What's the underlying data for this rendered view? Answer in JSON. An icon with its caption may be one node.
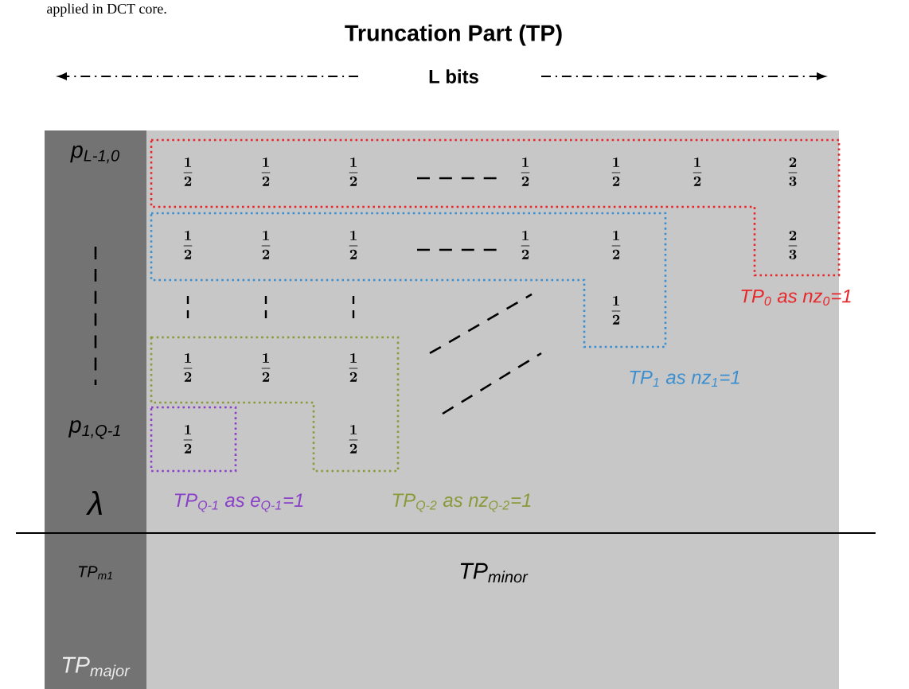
{
  "diagram": {
    "title": "Truncation Part (TP)",
    "caption": "applied in DCT core.",
    "nodes": [
      {
        "text": [
          "\\frac{1}{2}",
          "\\frac{1}{2}",
          "\\frac{1}{2}",
          "\\frac{1}{2}",
          "\\frac{1}{2}",
          "\\frac{1}{2}",
          "\\frac{2}{3}",
          "\\frac{2}{3}"
        ],
        "beside": [
          "TP$_{0}$ as nz$_{0}$=1"
        ]
      },
      {
        "text": [
          "\\frac{1}{2}",
          "\\frac{1}{2}",
          "\\frac{1}{2}",
          "\\frac{1}{2}",
          "\\frac{1}{2}",
          "\\frac{1}{2}"
        ],
        "beside": [
          "TP$_{1}$ as nz$_{1}$=1"
        ]
      },
      {
        "text": [
          "\\frac{1}{2}",
          "\\frac{1}{2}",
          "\\frac{1}{2}",
          "\\frac{1}{2}"
        ],
        "beside": [
          "TP$_{Q-2}$ as nz$_{Q-2}$=1"
        ]
      },
      {
        "text": [
          "\\frac{1}{2}"
        ],
        "beside": [
          "TP$_{Q-1}$ as e$_{Q-1}$=1"
        ]
      }
    ],
    "labels": [
      "L bits",
      "p$_{L-1,0}$",
      "p$_{1,Q-1}$",
      "λ",
      "TP$_{m1}$",
      "TP$_{minor}$",
      "TP$_{major}$"
    ]
  }
}
